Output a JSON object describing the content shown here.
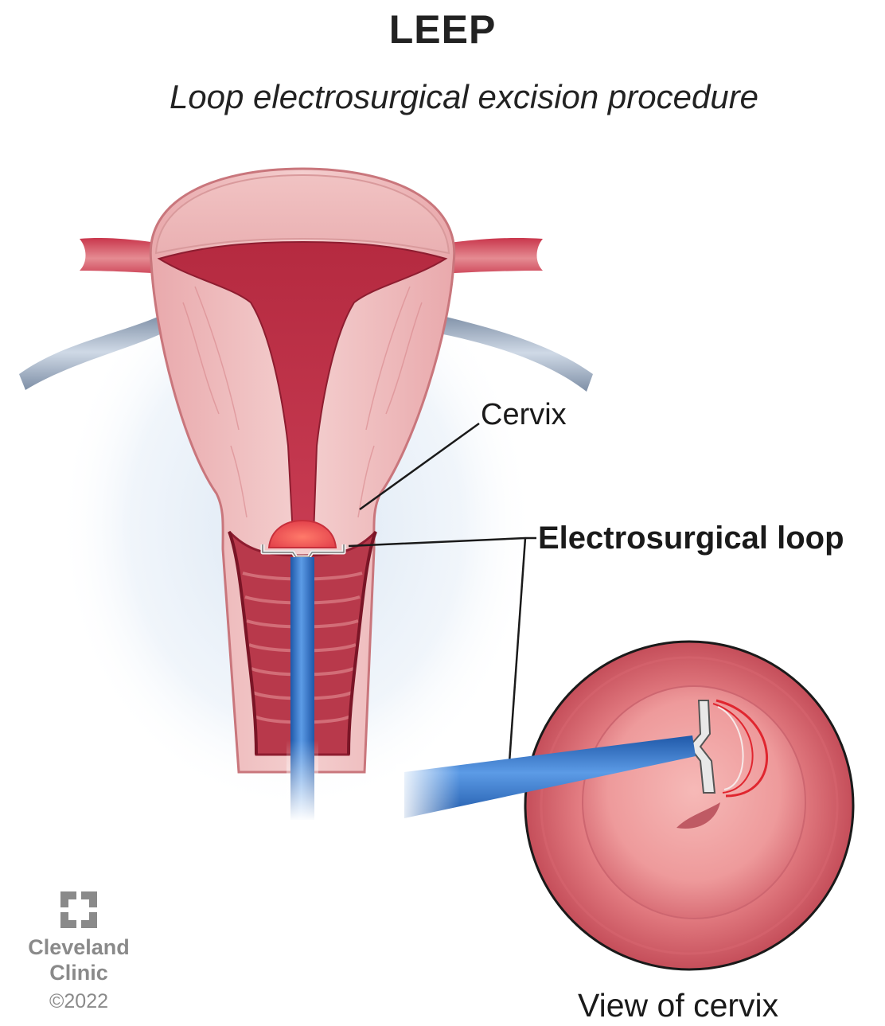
{
  "header": {
    "title": "LEEP",
    "subtitle": "Loop electrosurgical excision procedure"
  },
  "labels": {
    "cervix": "Cervix",
    "electrosurgical_loop": "Electrosurgical loop",
    "view_of_cervix": "View of cervix"
  },
  "brand": {
    "name": "Cleveland Clinic",
    "copyright": "©2022"
  },
  "colors": {
    "tissue_light": "#f2c4c4",
    "tissue_mid": "#e79a9d",
    "tissue_dark": "#b0283c",
    "instrument_blue": "#3f7fd1",
    "background_glow": "#d7e4f2"
  }
}
